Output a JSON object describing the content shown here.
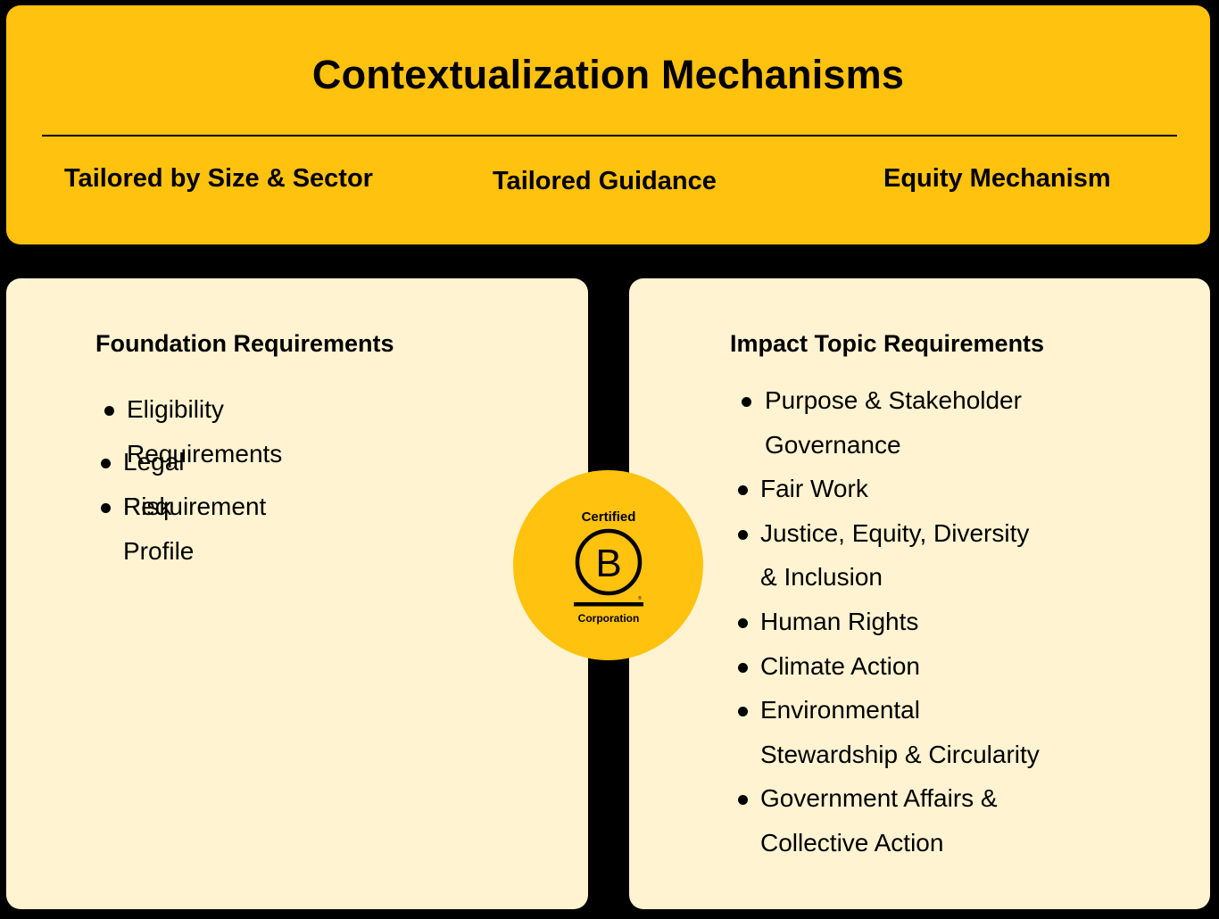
{
  "header": {
    "title": "Contextualization Mechanisms",
    "mechanisms": [
      "Tailored by Size & Sector",
      "Tailored Guidance",
      "Equity Mechanism"
    ]
  },
  "foundation": {
    "heading": "Foundation Requirements",
    "items": [
      "Eligibility Requirements",
      "Legal Requirement",
      "Risk Profile"
    ]
  },
  "impact_topics": {
    "heading": "Impact Topic Requirements",
    "items": [
      "Purpose & Stakeholder\nGovernance",
      "Fair Work",
      "Justice, Equity, Diversity\n& Inclusion",
      "Human Rights",
      "Climate Action",
      "Environmental\nStewardship & Circularity",
      "Government Affairs &\nCollective Action"
    ]
  },
  "badge": {
    "line1": "Certified",
    "letter": "B",
    "line2": "Corporation",
    "mark": "®"
  },
  "colors": {
    "background": "#000000",
    "accent": "#FFC20E",
    "card": "#FFF3D1",
    "text": "#000000"
  }
}
